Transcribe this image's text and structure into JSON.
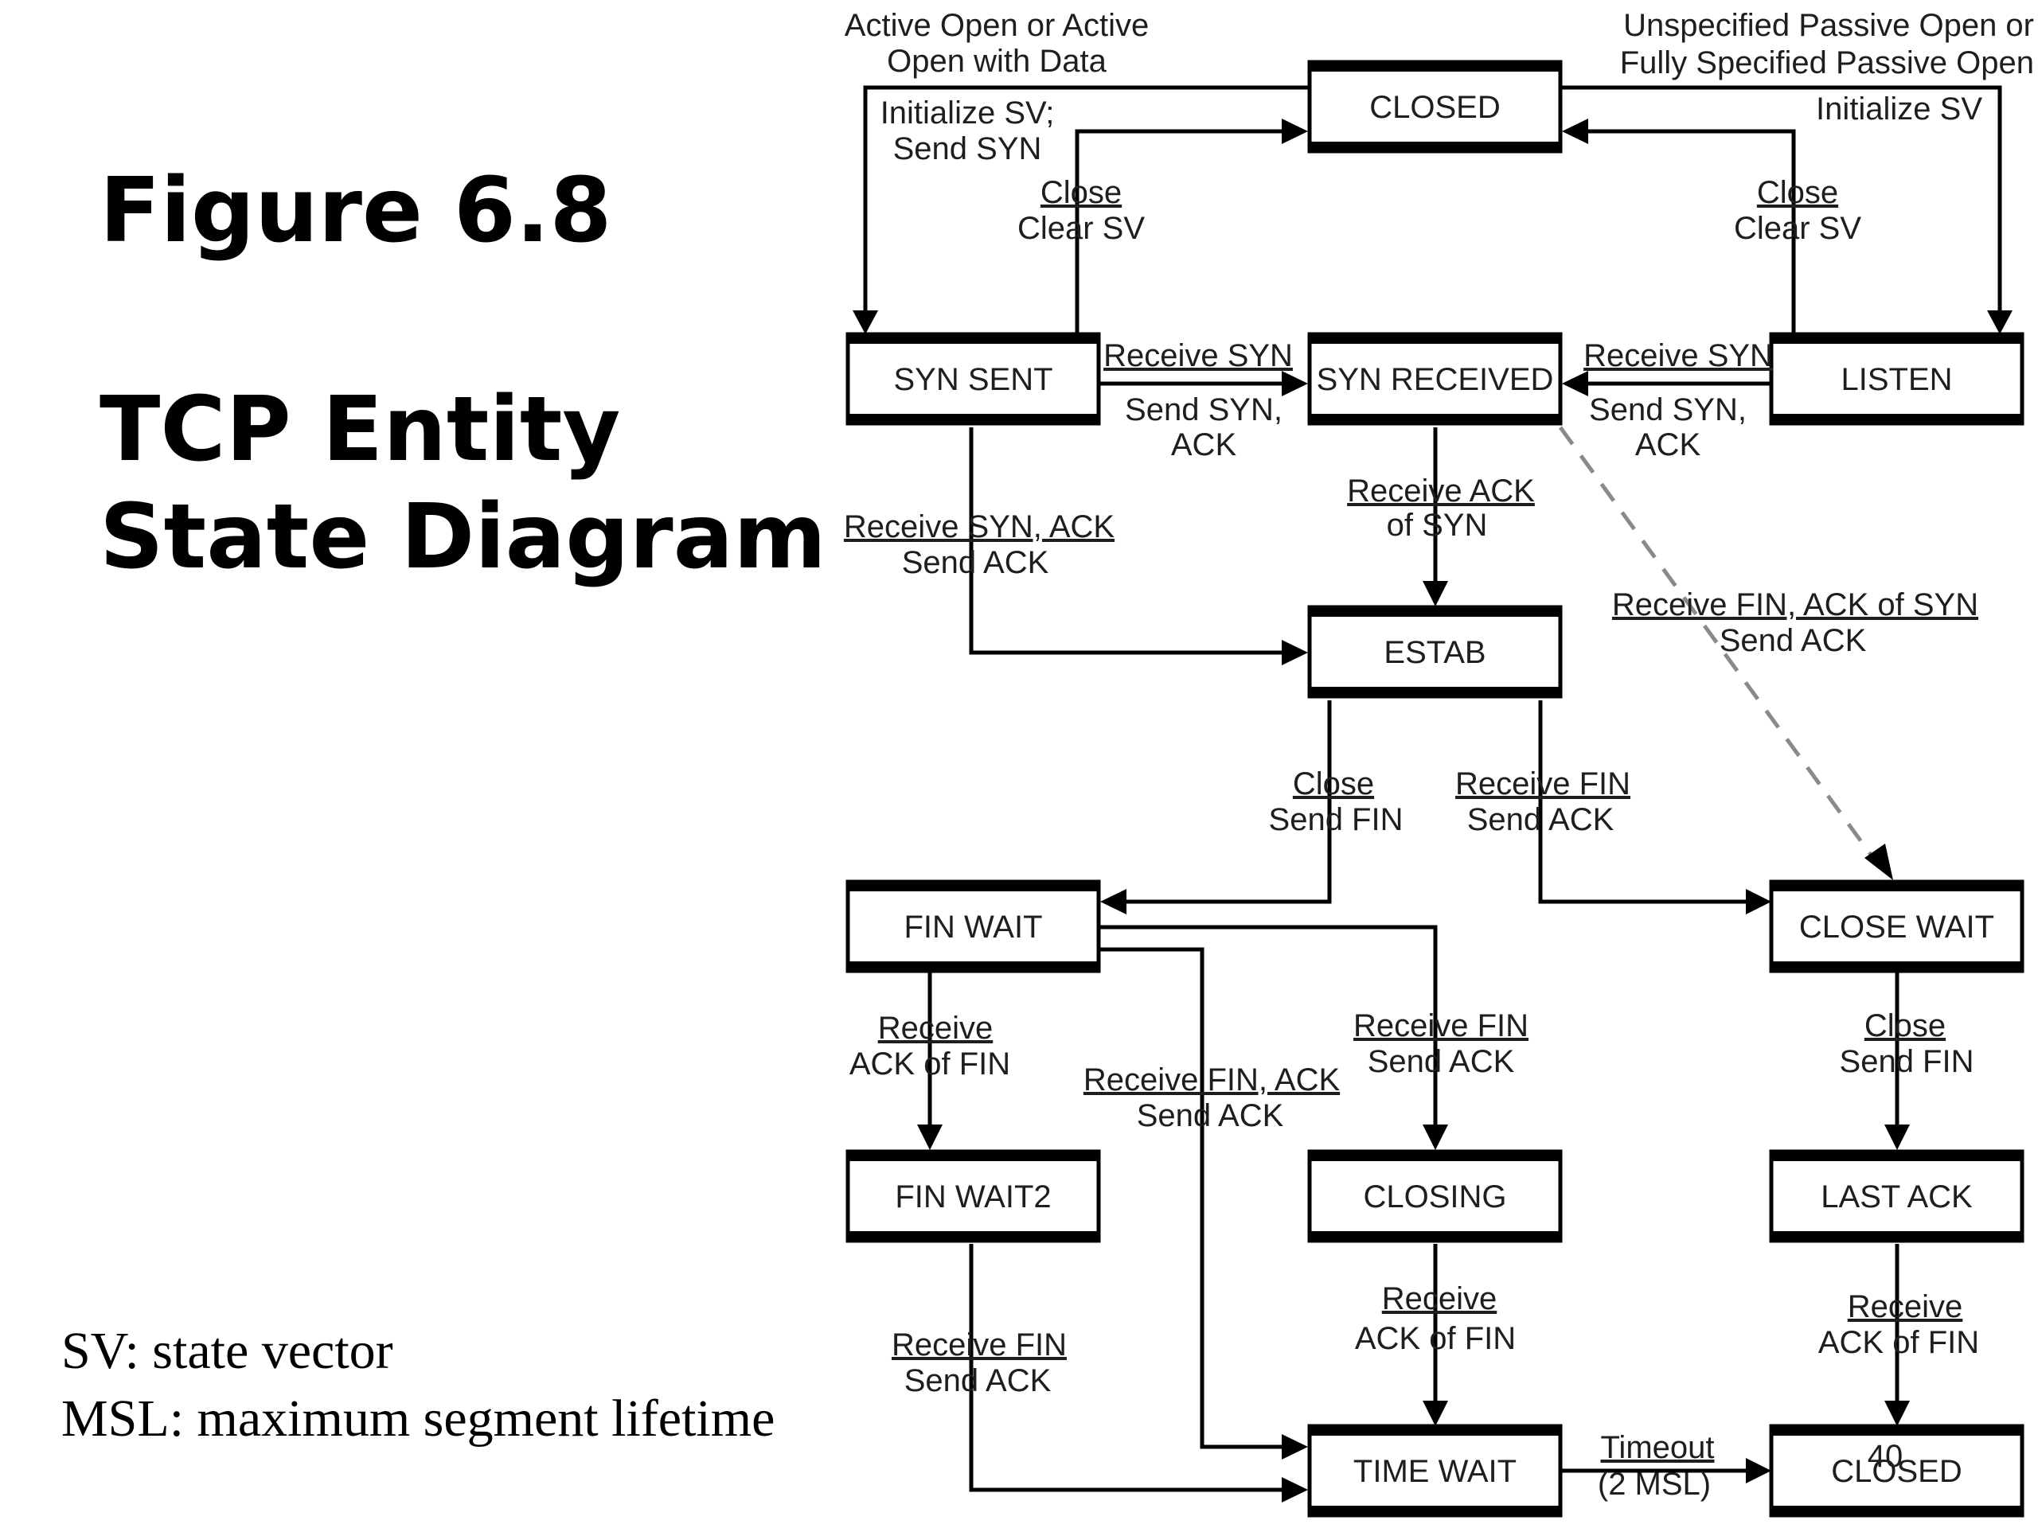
{
  "figure": {
    "number": "Figure 6.8",
    "title_line1": "TCP Entity",
    "title_line2": "State Diagram"
  },
  "legend": {
    "sv": "SV: state vector",
    "msl": "MSL: maximum segment lifetime"
  },
  "page_number": "40",
  "states": {
    "closed_top": "CLOSED",
    "syn_sent": "SYN SENT",
    "syn_received": "SYN RECEIVED",
    "listen": "LISTEN",
    "estab": "ESTAB",
    "fin_wait": "FIN WAIT",
    "close_wait": "CLOSE WAIT",
    "fin_wait2": "FIN WAIT2",
    "closing": "CLOSING",
    "last_ack": "LAST ACK",
    "time_wait": "TIME WAIT",
    "closed_bottom": "CLOSED"
  },
  "transitions": {
    "active_open_1": "Active Open or Active",
    "active_open_2": "Open with Data",
    "init_sv_send_syn_1": "Initialize SV;",
    "init_sv_send_syn_2": "Send SYN",
    "passive_open_1": "Unspecified Passive Open or",
    "passive_open_2": "Fully Specified Passive Open",
    "init_sv": "Initialize SV",
    "close_left": "Close",
    "clear_sv_left": "Clear SV",
    "close_right": "Close",
    "clear_sv_right": "Clear SV",
    "receive_syn_left": "Receive SYN",
    "send_syn_ack_left_1": "Send SYN,",
    "send_syn_ack_left_2": "ACK",
    "receive_syn_right": "Receive SYN",
    "send_syn_ack_right_1": "Send SYN,",
    "send_syn_ack_right_2": "ACK",
    "receive_syn_ack": "Receive SYN, ACK",
    "send_ack_1": "Send ACK",
    "receive_ack_of_syn_1": "Receive ACK",
    "receive_ack_of_syn_2": "of SYN",
    "receive_fin_ack_of_syn": "Receive FIN, ACK of SYN",
    "send_ack_2": "Send ACK",
    "close_estab": "Close",
    "send_fin_estab": "Send FIN",
    "receive_fin_estab": "Receive FIN",
    "send_ack_estab": "Send ACK",
    "receive_ack_of_fin_fw_1": "Receive",
    "receive_ack_of_fin_fw_2": "ACK of FIN",
    "receive_fin_ack": "Receive FIN, ACK",
    "send_ack_fin_ack": "Send ACK",
    "receive_fin_fw": "Receive FIN",
    "send_ack_fw": "Send ACK",
    "close_cw": "Close",
    "send_fin_cw": "Send FIN",
    "receive_fin_fw2": "Receive FIN",
    "send_ack_fw2": "Send ACK",
    "receive_ack_closing_1": "Receive",
    "receive_ack_closing_2": "ACK of FIN",
    "receive_ack_lastack_1": "Receive",
    "receive_ack_lastack_2": "ACK of FIN",
    "timeout_1": "Timeout",
    "timeout_2": "(2 MSL)"
  }
}
